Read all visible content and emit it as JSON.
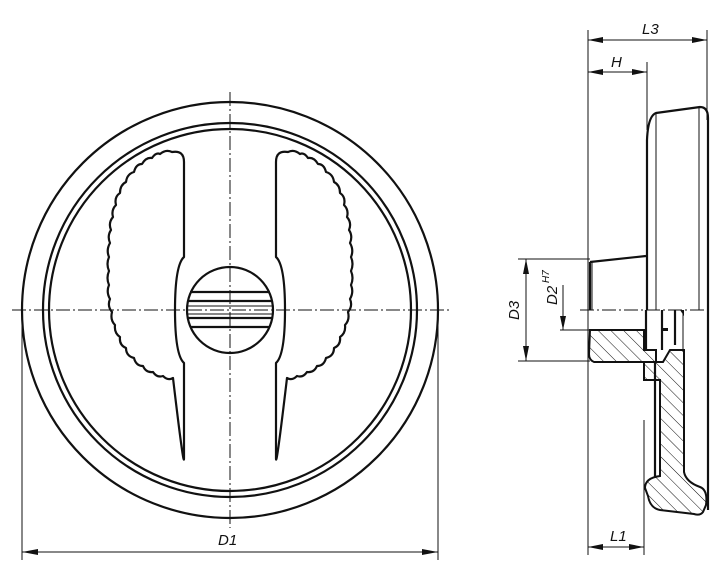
{
  "drawing": {
    "title": "Handwheel technical drawing",
    "views": [
      "front-view",
      "side-section-view"
    ],
    "colors": {
      "line": "#111111",
      "background": "#ffffff"
    }
  },
  "dimensions": {
    "D1": "D1",
    "D2": "D2",
    "D2_tolerance": "H7",
    "D3": "D3",
    "H": "H",
    "L1": "L1",
    "L3": "L3"
  }
}
